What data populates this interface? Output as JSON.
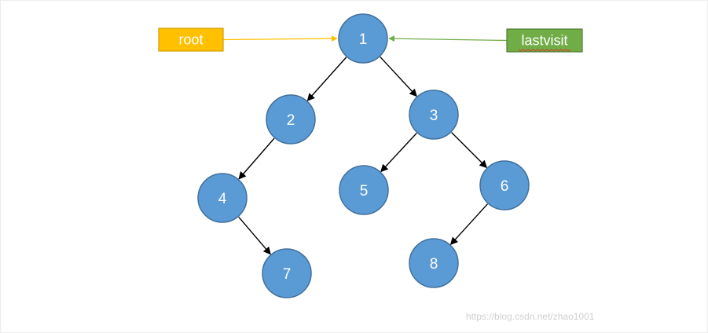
{
  "colors": {
    "node_fill": "#5b9bd5",
    "node_stroke": "#41719c",
    "edge": "#000000",
    "root_fill": "#ffc000",
    "root_stroke": "#d0a000",
    "root_arrow": "#ffc000",
    "lastvisit_fill": "#70ad47",
    "lastvisit_stroke": "#507e32",
    "lastvisit_arrow": "#70ad47"
  },
  "nodes": [
    {
      "id": "1",
      "label": "1"
    },
    {
      "id": "2",
      "label": "2"
    },
    {
      "id": "3",
      "label": "3"
    },
    {
      "id": "4",
      "label": "4"
    },
    {
      "id": "5",
      "label": "5"
    },
    {
      "id": "6",
      "label": "6"
    },
    {
      "id": "7",
      "label": "7"
    },
    {
      "id": "8",
      "label": "8"
    }
  ],
  "edges": [
    {
      "from": "1",
      "to": "2"
    },
    {
      "from": "1",
      "to": "3"
    },
    {
      "from": "2",
      "to": "4"
    },
    {
      "from": "4",
      "to": "7"
    },
    {
      "from": "3",
      "to": "5"
    },
    {
      "from": "3",
      "to": "6"
    },
    {
      "from": "6",
      "to": "8"
    }
  ],
  "pointers": [
    {
      "id": "root",
      "label": "root",
      "target": "1"
    },
    {
      "id": "lastvisit",
      "label": "lastvisit",
      "target": "1"
    }
  ],
  "watermark": "https://blog.csdn.net/zhao1001"
}
